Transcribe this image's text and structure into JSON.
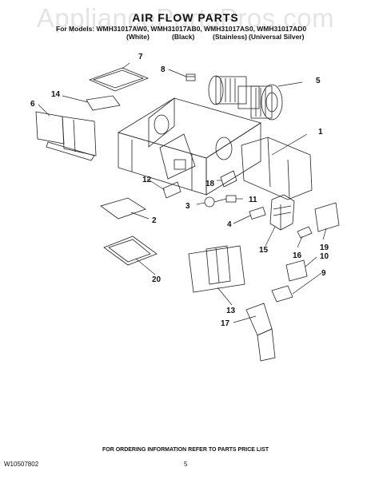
{
  "watermark": "AppliancePartsPros.com",
  "header": {
    "title": "AIR FLOW PARTS",
    "models": "For Models: WMH31017AW0, WMH31017AB0, WMH31017AS0, WMH31017AD0",
    "finishes": [
      "(White)",
      "(Black)",
      "(Stainless)",
      "(Universal Silver)"
    ]
  },
  "callouts": [
    "7",
    "8",
    "5",
    "14",
    "6",
    "1",
    "12",
    "18",
    "11",
    "3",
    "2",
    "4",
    "15",
    "19",
    "16",
    "10",
    "20",
    "9",
    "13",
    "17"
  ],
  "footer": {
    "instructions": "FOR ORDERING INFORMATION REFER TO PARTS PRICE LIST",
    "doc_number": "W10507802",
    "page_number": "5"
  }
}
